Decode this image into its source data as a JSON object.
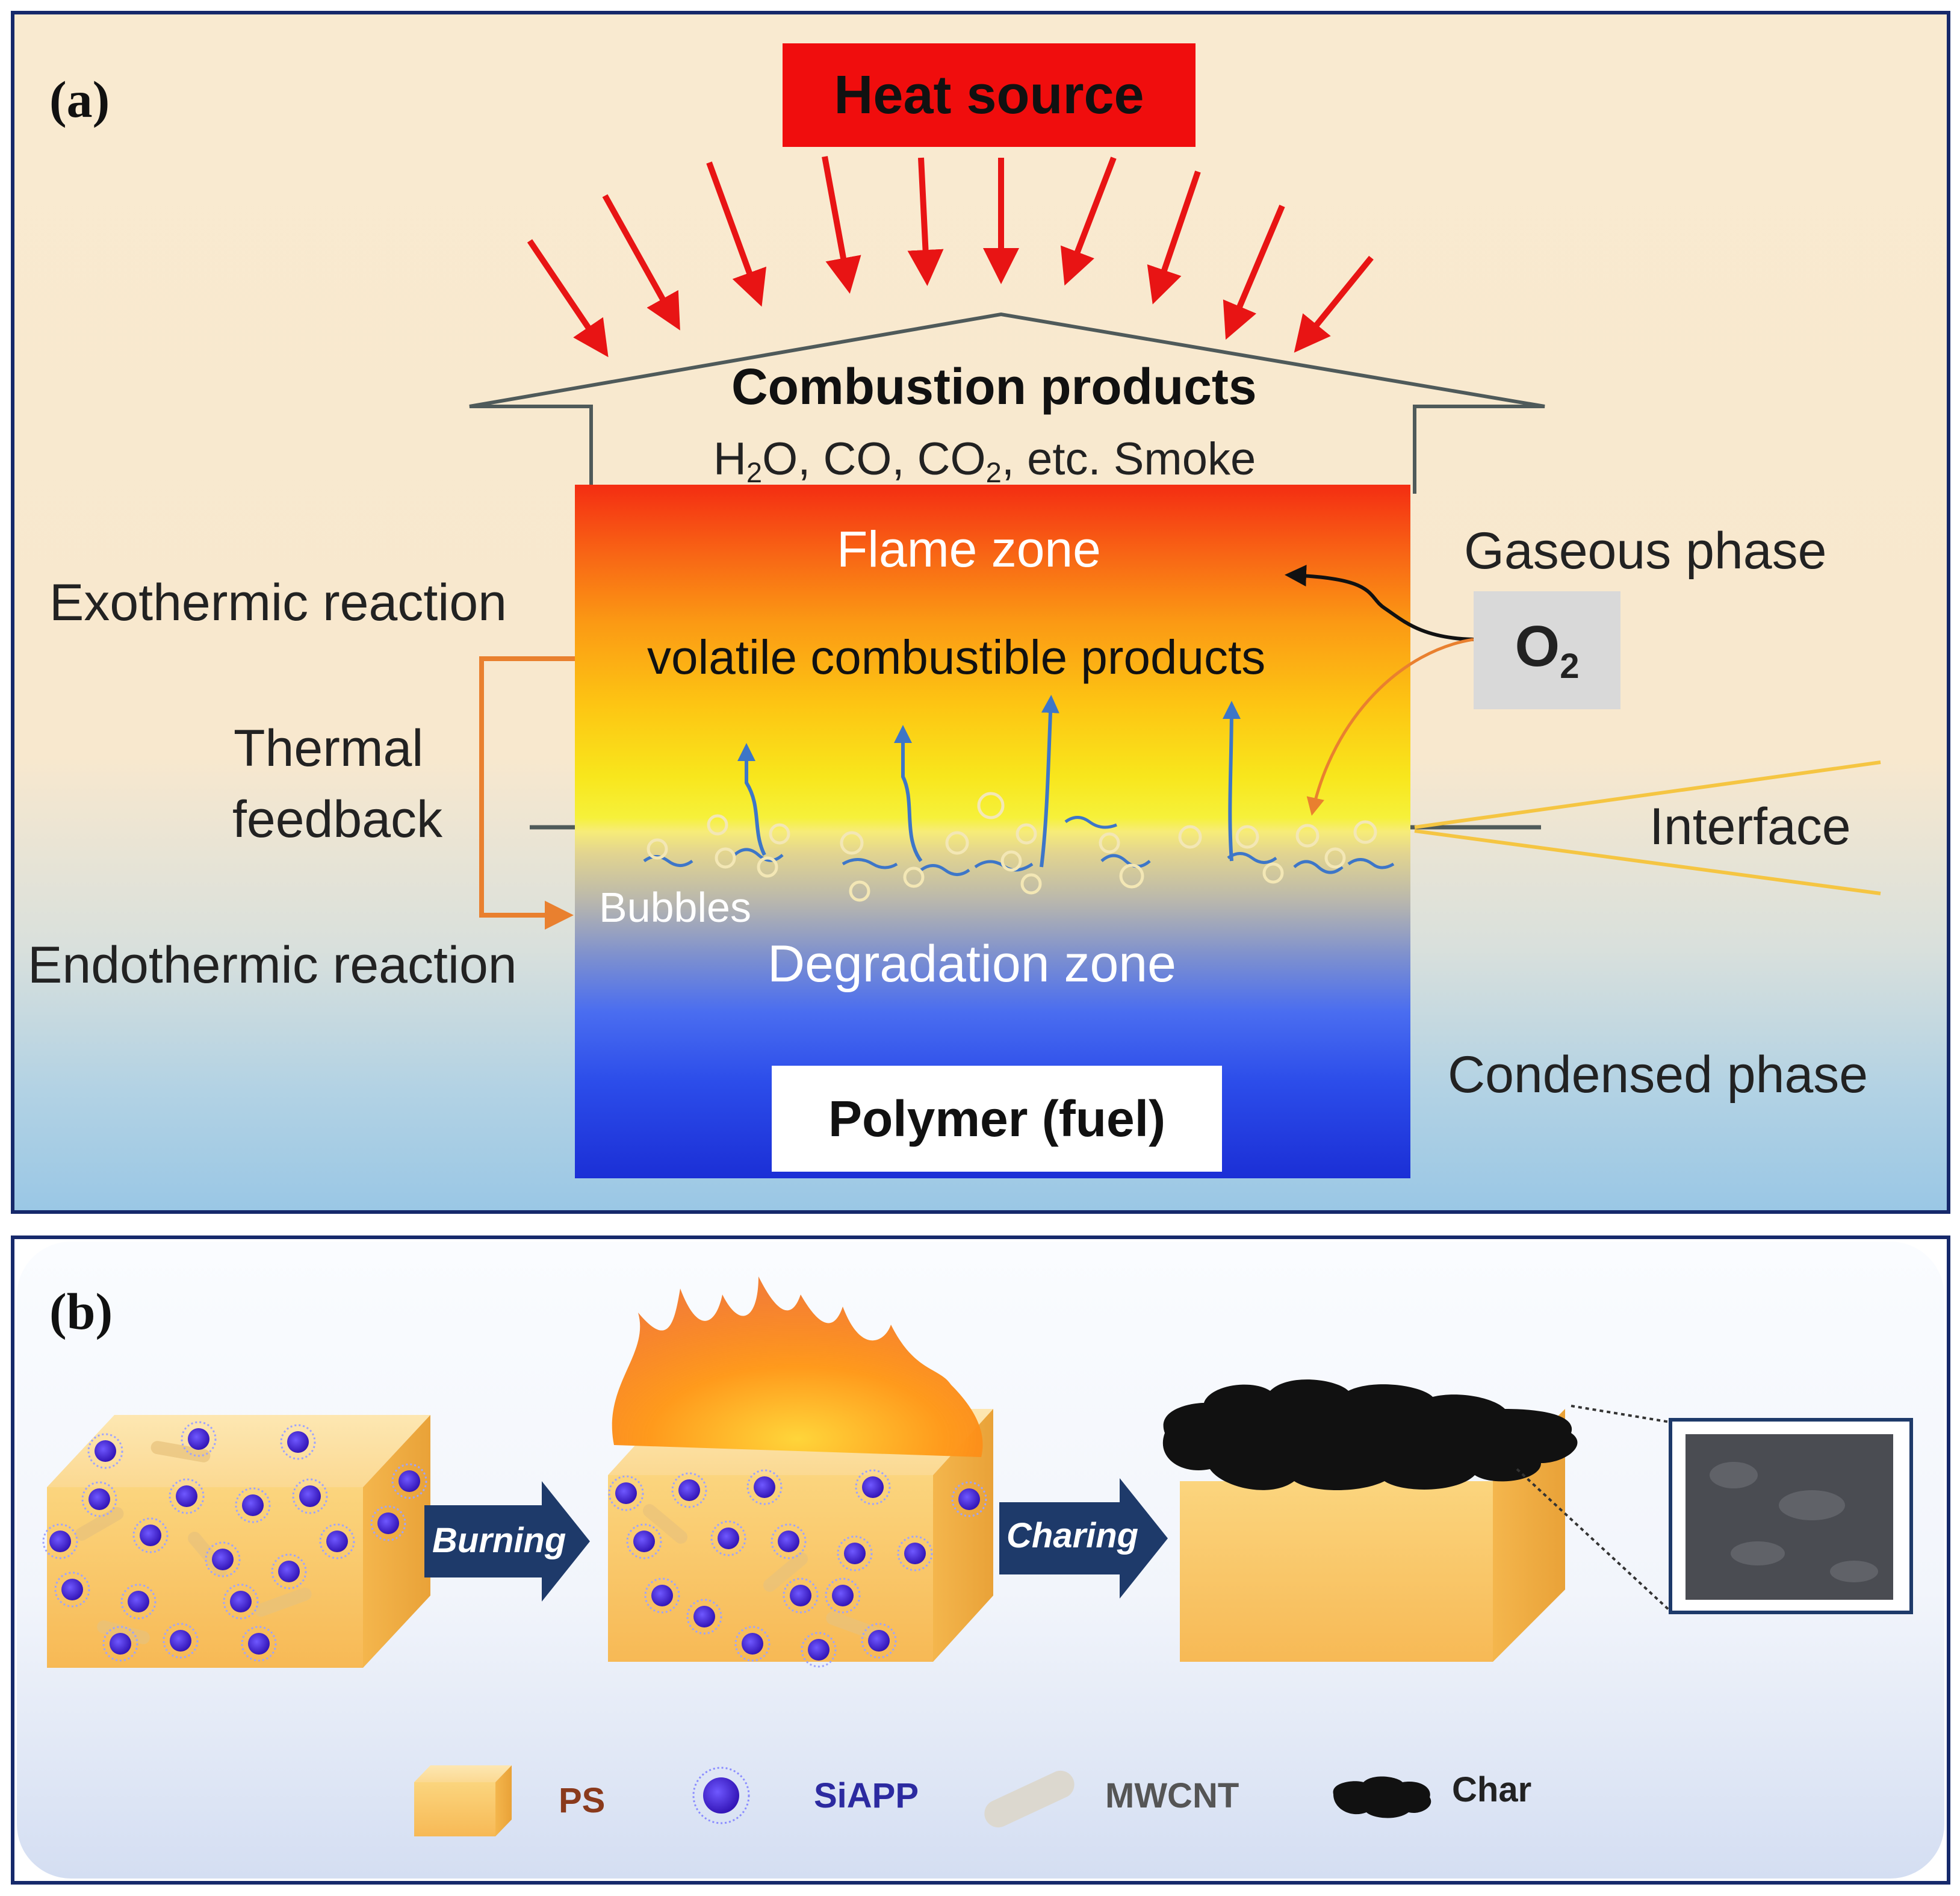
{
  "panel_a": {
    "letter": "(a)",
    "heat_source": "Heat source",
    "combustion_products_title": "Combustion products",
    "combustion_products_formula": {
      "p1": "H",
      "s1": "2",
      "p2": "O, CO, CO",
      "s2": "2",
      "p3": ", etc. Smoke"
    },
    "flame_zone": "Flame zone",
    "volatile_products": "volatile combustible products",
    "bubbles": "Bubbles",
    "degradation_zone": "Degradation zone",
    "polymer": "Polymer (fuel)",
    "exothermic": "Exothermic reaction",
    "thermal_feedback_line1": "Thermal",
    "thermal_feedback_line2": "feedback",
    "endothermic": "Endothermic reaction",
    "gaseous_phase": "Gaseous phase",
    "o2": {
      "main": "O",
      "sub": "2"
    },
    "interface": "Interface",
    "condensed_phase": "Condensed phase",
    "colors": {
      "heat_arrows": "#e81414",
      "feedback_arrow": "#e9802f",
      "rise_arrows": "#3d76c8",
      "house_outline": "#4f5a5a"
    }
  },
  "panel_b": {
    "letter": "(b)",
    "burning_label": "Burning",
    "charing_label": "Charing",
    "legend": {
      "ps": "PS",
      "siapp": "SiAPP",
      "mwcnt": "MWCNT",
      "char": "Char"
    },
    "colors": {
      "block": "#f9c46c",
      "particle": "#4b2ad6",
      "arrow": "#1e3a6a",
      "char": "#111111"
    }
  }
}
